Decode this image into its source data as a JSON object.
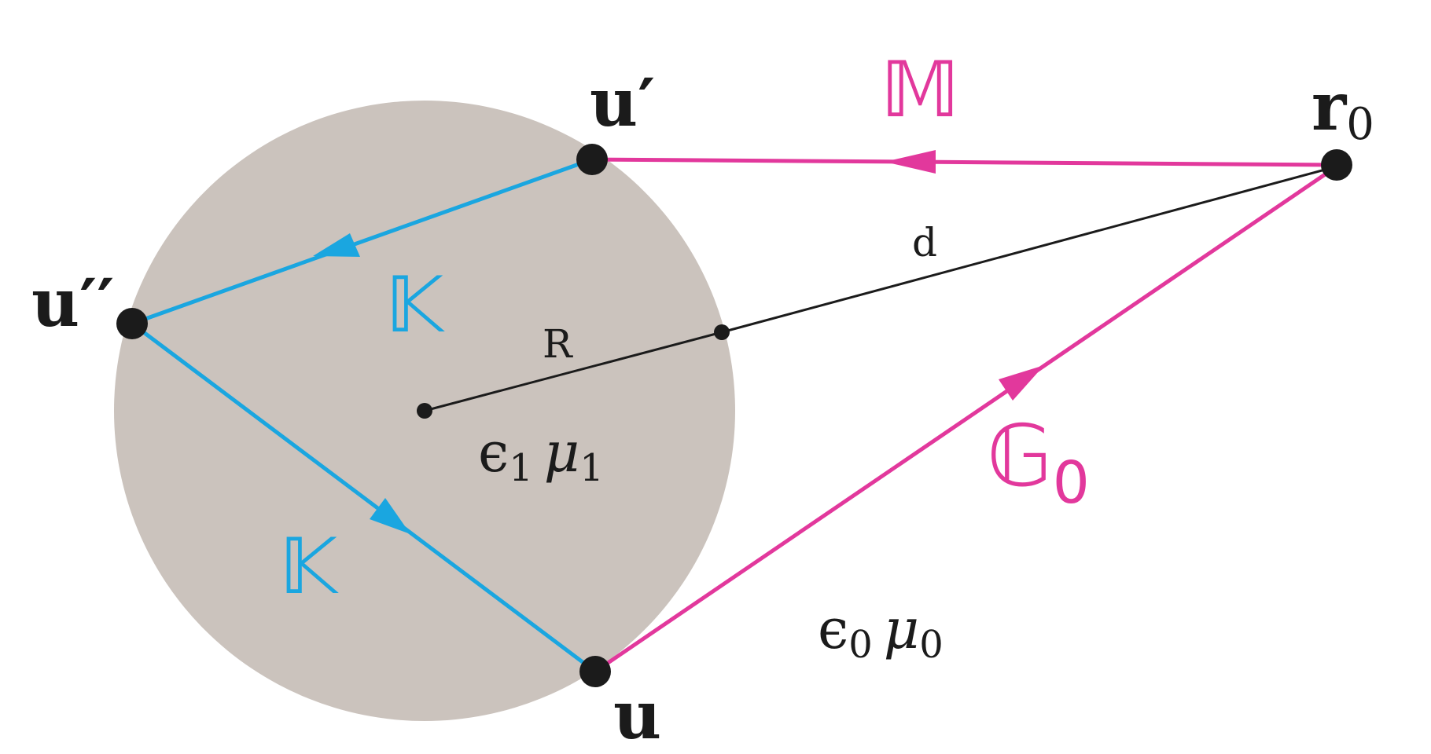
{
  "colors": {
    "sphere_fill": "#cbc3bd",
    "blue": "#1aa6e0",
    "magenta": "#e2389c",
    "black": "#1b1b1b"
  },
  "labels": {
    "u_prime": "u′",
    "u_double_prime": "u′′",
    "u": "u",
    "r": "r",
    "r_sub": "0",
    "M": "𝕄",
    "K_upper": "𝕂",
    "K_lower": "𝕂",
    "G": "𝔾",
    "G_sub": "0",
    "d": "d",
    "R": "R",
    "eps1": "ϵ",
    "eps1_sub": "1",
    "mu1": "μ",
    "mu1_sub": "1",
    "eps0": "ϵ",
    "eps0_sub": "0",
    "mu0": "μ",
    "mu0_sub": "0"
  }
}
